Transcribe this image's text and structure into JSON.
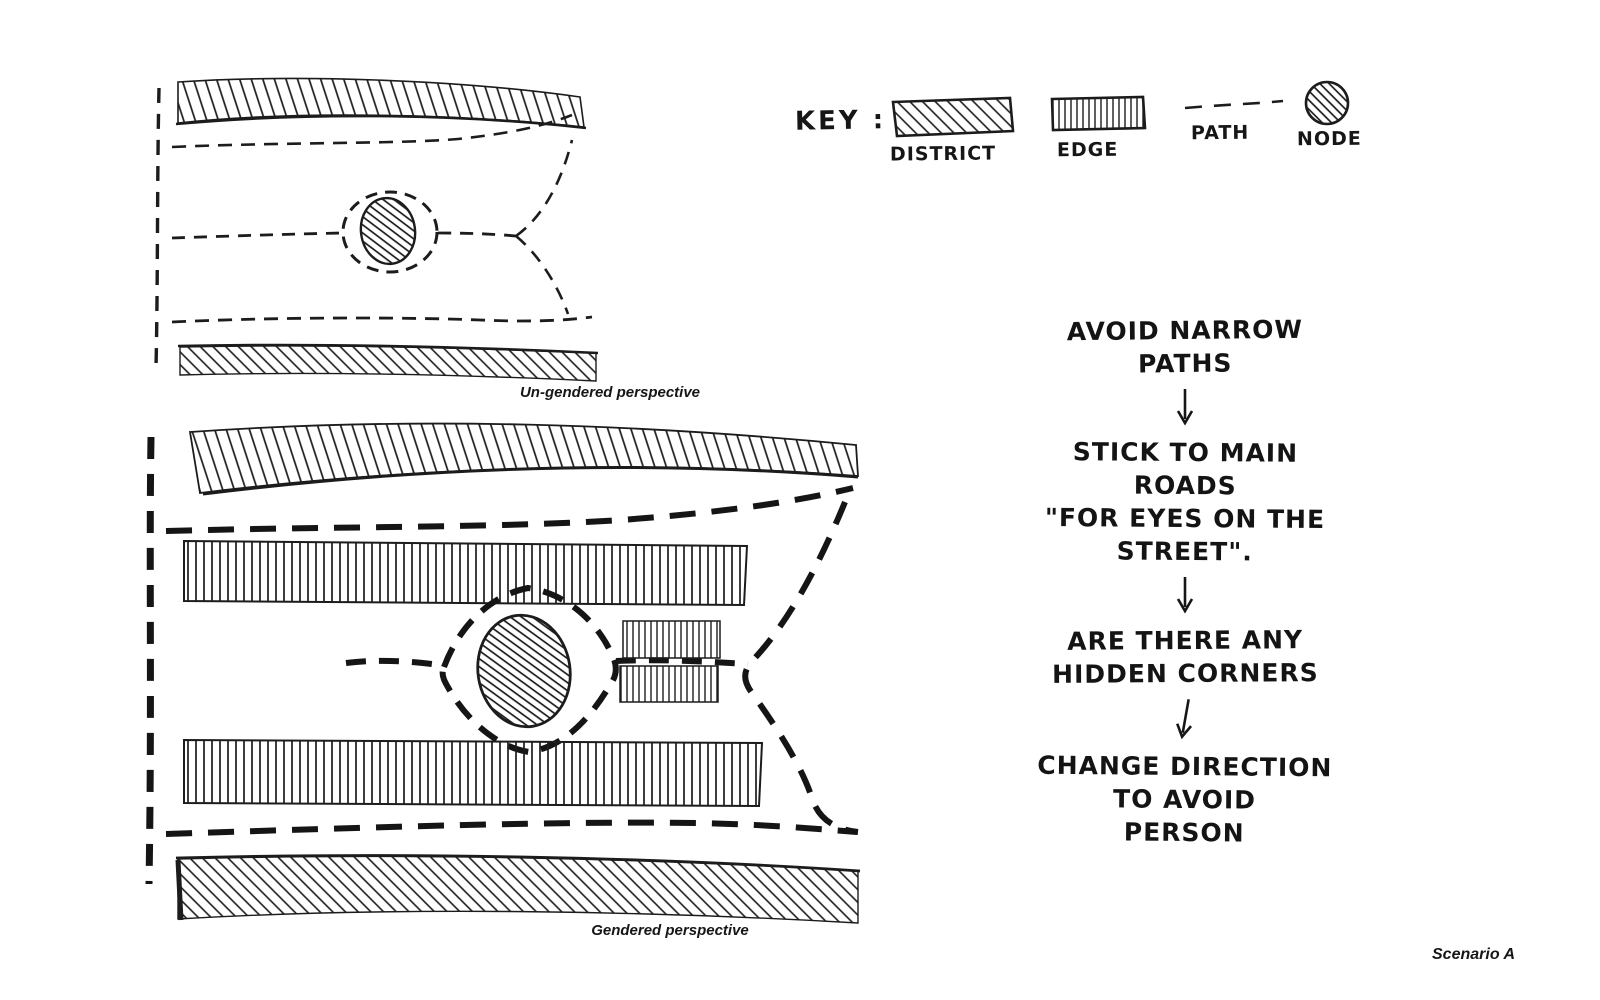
{
  "page": {
    "background": "#ffffff",
    "ink_color": "#1c1c1c",
    "footer_label": "Scenario A"
  },
  "key": {
    "title": "KEY :",
    "items": [
      {
        "label": "DISTRICT",
        "swatch": "diagonal-hatch-rectangle"
      },
      {
        "label": "EDGE",
        "swatch": "vertical-lines-rectangle"
      },
      {
        "label": "PATH",
        "swatch": "dashed-line"
      },
      {
        "label": "NODE",
        "swatch": "hatched-circle"
      }
    ]
  },
  "diagrams": [
    {
      "caption": "Un-gendered perspective"
    },
    {
      "caption": "Gendered perspective"
    }
  ],
  "flowchart": {
    "steps": [
      {
        "lines": [
          "AVOID NARROW",
          "PATHS"
        ]
      },
      {
        "lines": [
          "STICK TO MAIN",
          "ROADS",
          "\"FOR EYES ON THE",
          "STREET\"."
        ]
      },
      {
        "lines": [
          "ARE THERE ANY",
          "HIDDEN CORNERS"
        ]
      },
      {
        "lines": [
          "CHANGE DIRECTION",
          "TO AVOID",
          "PERSON"
        ]
      }
    ]
  }
}
